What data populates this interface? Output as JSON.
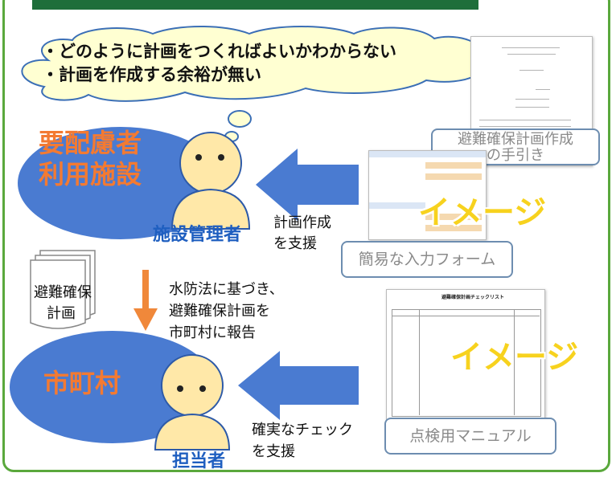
{
  "thought_bubble": {
    "line1": "・どのように計画をつくればよいかわからない",
    "line2": "・計画を作成する余裕が無い"
  },
  "facility": {
    "name_line1": "要配慮者",
    "name_line2": "利用施設",
    "manager": "施設管理者"
  },
  "support_text_1": {
    "line1": "計画作成",
    "line2": "を支援"
  },
  "guide_doc": {
    "caption_line1": "避難確保計画作成",
    "caption_line2": "の手引き"
  },
  "form_doc": {
    "caption": "簡易な入力フォーム",
    "overlay": "イメージ"
  },
  "plan_doc": {
    "line1": "避難確保",
    "line2": "計画"
  },
  "report_text": {
    "line1": "水防法に基づき、",
    "line2": "避難確保計画を",
    "line3": "市町村に報告"
  },
  "checklist_doc": {
    "title": "避難確保計画チェックリスト",
    "caption": "点検用マニュアル",
    "overlay": "イメージ"
  },
  "municipality": {
    "name": "市町村",
    "staff": "担当者"
  },
  "support_text_2": {
    "line1": "確実なチェック",
    "line2": "を支援"
  },
  "colors": {
    "ellipse": "#4a7bd1",
    "arrow": "#4a7bd1",
    "orange_arrow": "#f0883a",
    "label_text": "#f37a32",
    "frame": "#5aa83c"
  }
}
